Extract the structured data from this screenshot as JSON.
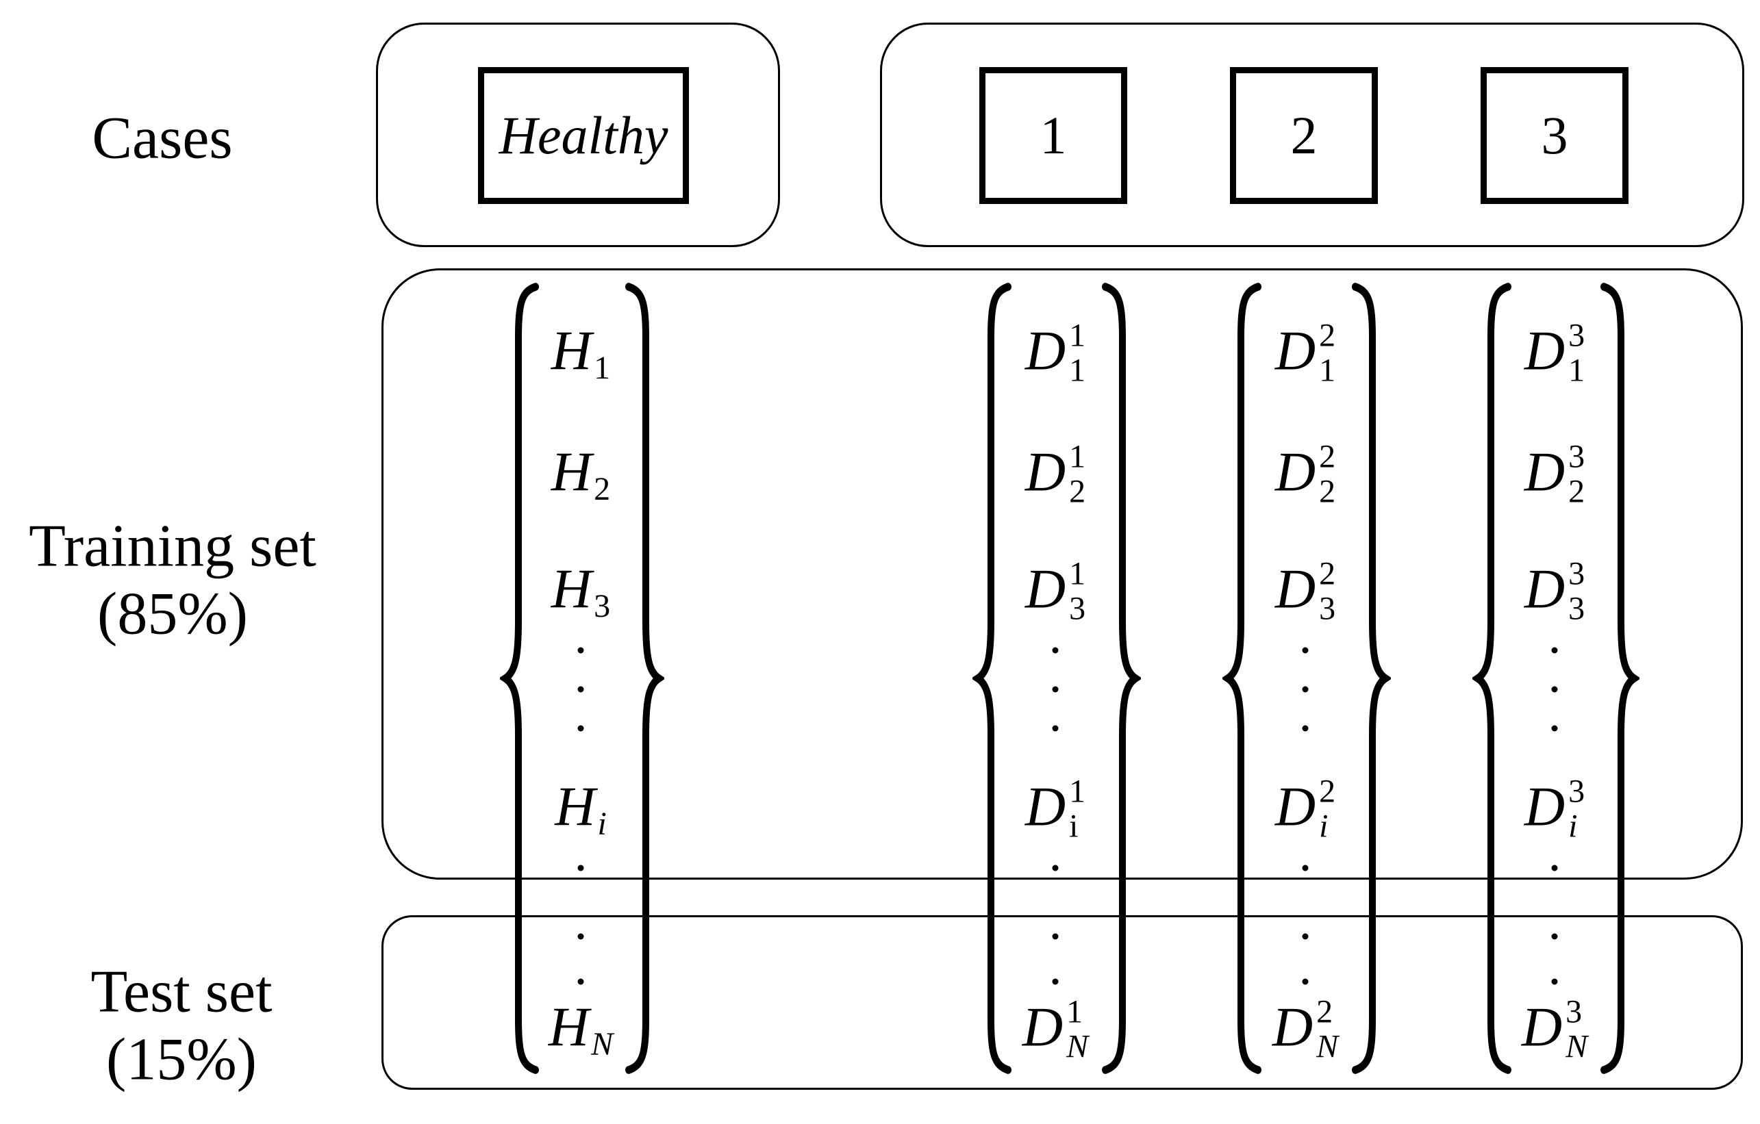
{
  "page": {
    "background": "#ffffff",
    "ink": "#000000"
  },
  "side_labels": {
    "cases": "Cases",
    "training": {
      "line1": "Training set",
      "line2": "(85%)"
    },
    "test": {
      "line1": "Test set",
      "line2": "(15%)"
    }
  },
  "case_row": {
    "healthy_group": {
      "box_label": "Healthy",
      "italic": true
    },
    "disease_group": {
      "box_labels": [
        "1",
        "2",
        "3"
      ]
    }
  },
  "columns": [
    {
      "id": "healthy",
      "rows": [
        {
          "type": "term",
          "base": "H",
          "sub": "1",
          "sub_italic": false
        },
        {
          "type": "term",
          "base": "H",
          "sub": "2",
          "sub_italic": false
        },
        {
          "type": "term",
          "base": "H",
          "sub": "3",
          "sub_italic": false
        },
        {
          "type": "dots",
          "count": 3
        },
        {
          "type": "term",
          "base": "H",
          "sub": "i",
          "sub_italic": true
        },
        {
          "type": "dots",
          "count": 1
        },
        {
          "type": "dots",
          "count": 2
        },
        {
          "type": "term",
          "base": "H",
          "sub": "N",
          "sub_italic": true
        }
      ]
    },
    {
      "id": "disease-1",
      "rows": [
        {
          "type": "term",
          "base": "D",
          "sup": "1",
          "sub": "1",
          "sub_italic": false
        },
        {
          "type": "term",
          "base": "D",
          "sup": "1",
          "sub": "2",
          "sub_italic": false
        },
        {
          "type": "term",
          "base": "D",
          "sup": "1",
          "sub": "3",
          "sub_italic": false
        },
        {
          "type": "dots",
          "count": 3
        },
        {
          "type": "term",
          "base": "D",
          "sup": "1",
          "sub": "i",
          "sub_italic": false
        },
        {
          "type": "dots",
          "count": 1
        },
        {
          "type": "dots",
          "count": 2
        },
        {
          "type": "term",
          "base": "D",
          "sup": "1",
          "sub": "N",
          "sub_italic": true
        }
      ]
    },
    {
      "id": "disease-2",
      "rows": [
        {
          "type": "term",
          "base": "D",
          "sup": "2",
          "sub": "1",
          "sub_italic": false
        },
        {
          "type": "term",
          "base": "D",
          "sup": "2",
          "sub": "2",
          "sub_italic": false
        },
        {
          "type": "term",
          "base": "D",
          "sup": "2",
          "sub": "3",
          "sub_italic": false
        },
        {
          "type": "dots",
          "count": 3
        },
        {
          "type": "term",
          "base": "D",
          "sup": "2",
          "sub": "i",
          "sub_italic": true
        },
        {
          "type": "dots",
          "count": 1
        },
        {
          "type": "dots",
          "count": 2
        },
        {
          "type": "term",
          "base": "D",
          "sup": "2",
          "sub": "N",
          "sub_italic": true
        }
      ]
    },
    {
      "id": "disease-3",
      "rows": [
        {
          "type": "term",
          "base": "D",
          "sup": "3",
          "sub": "1",
          "sub_italic": false
        },
        {
          "type": "term",
          "base": "D",
          "sup": "3",
          "sub": "2",
          "sub_italic": false
        },
        {
          "type": "term",
          "base": "D",
          "sup": "3",
          "sub": "3",
          "sub_italic": false
        },
        {
          "type": "dots",
          "count": 3
        },
        {
          "type": "term",
          "base": "D",
          "sup": "3",
          "sub": "i",
          "sub_italic": true
        },
        {
          "type": "dots",
          "count": 1
        },
        {
          "type": "dots",
          "count": 2
        },
        {
          "type": "term",
          "base": "D",
          "sup": "3",
          "sub": "N",
          "sub_italic": true
        }
      ]
    }
  ]
}
